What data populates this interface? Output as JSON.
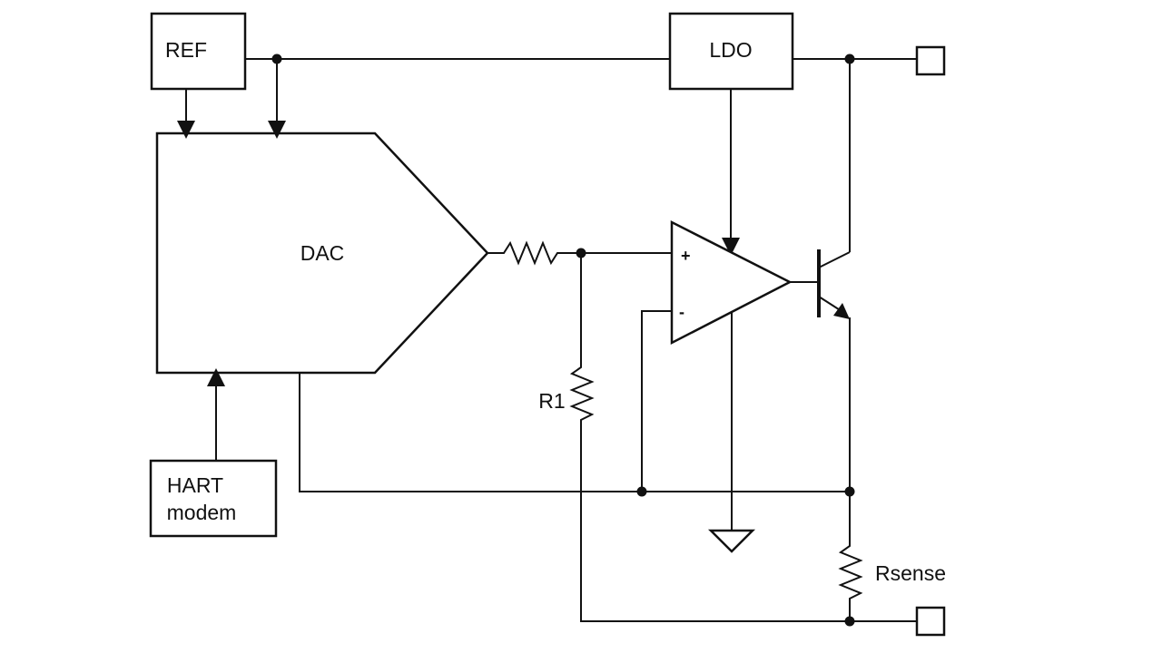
{
  "blocks": {
    "ref": "REF",
    "ldo": "LDO",
    "dac": "DAC",
    "hart_line1": "HART",
    "hart_line2": "modem"
  },
  "components": {
    "r1": "R1",
    "rsense": "Rsense",
    "opamp_plus": "+",
    "opamp_minus": "-"
  }
}
